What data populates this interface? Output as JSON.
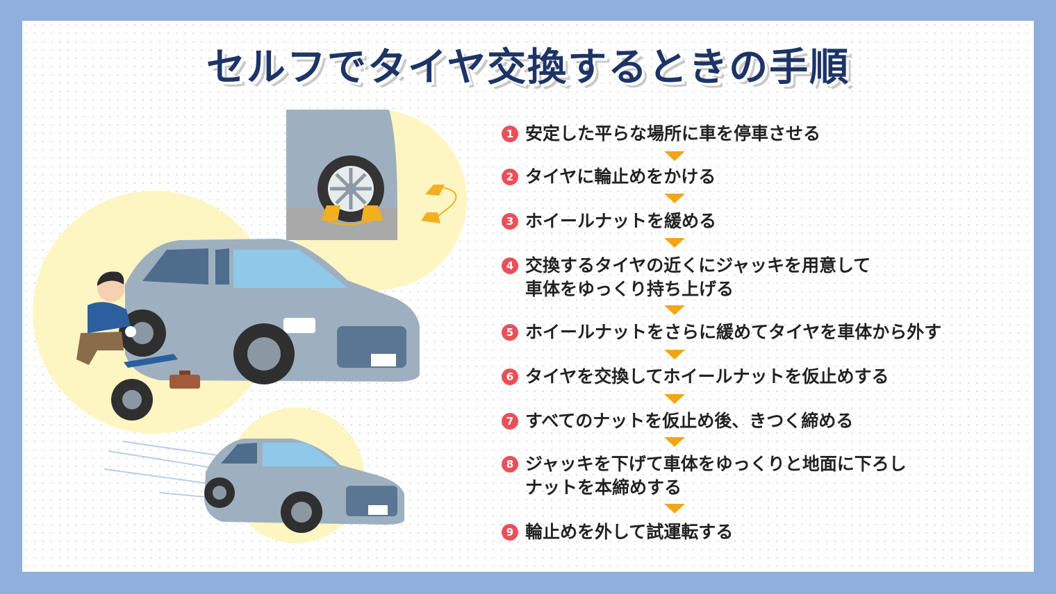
{
  "title": "セルフでタイヤ交換するときの手順",
  "colors": {
    "frame": "#8fb0dc",
    "title": "#1d3466",
    "badge": "#e9505a",
    "arrow": "#f2a516",
    "car": "#9eb0c0",
    "highlight": "#fdf6c2"
  },
  "steps": [
    {
      "num": "1",
      "text": "安定した平らな場所に車を停車させる"
    },
    {
      "num": "2",
      "text": "タイヤに輪止めをかける"
    },
    {
      "num": "3",
      "text": "ホイールナットを緩める"
    },
    {
      "num": "4",
      "text": "交換するタイヤの近くにジャッキを用意して\n車体をゆっくり持ち上げる"
    },
    {
      "num": "5",
      "text": "ホイールナットをさらに緩めてタイヤを車体から外す"
    },
    {
      "num": "6",
      "text": "タイヤを交換してホイールナットを仮止めする"
    },
    {
      "num": "7",
      "text": "すべてのナットを仮止め後、きつく締める"
    },
    {
      "num": "8",
      "text": "ジャッキを下げて車体をゆっくりと地面に下ろし\nナットを本締めする"
    },
    {
      "num": "9",
      "text": "輪止めを外して試運転する"
    }
  ],
  "illustrations": [
    "wheel-chock-closeup",
    "person-changing-tire",
    "car-driving"
  ]
}
